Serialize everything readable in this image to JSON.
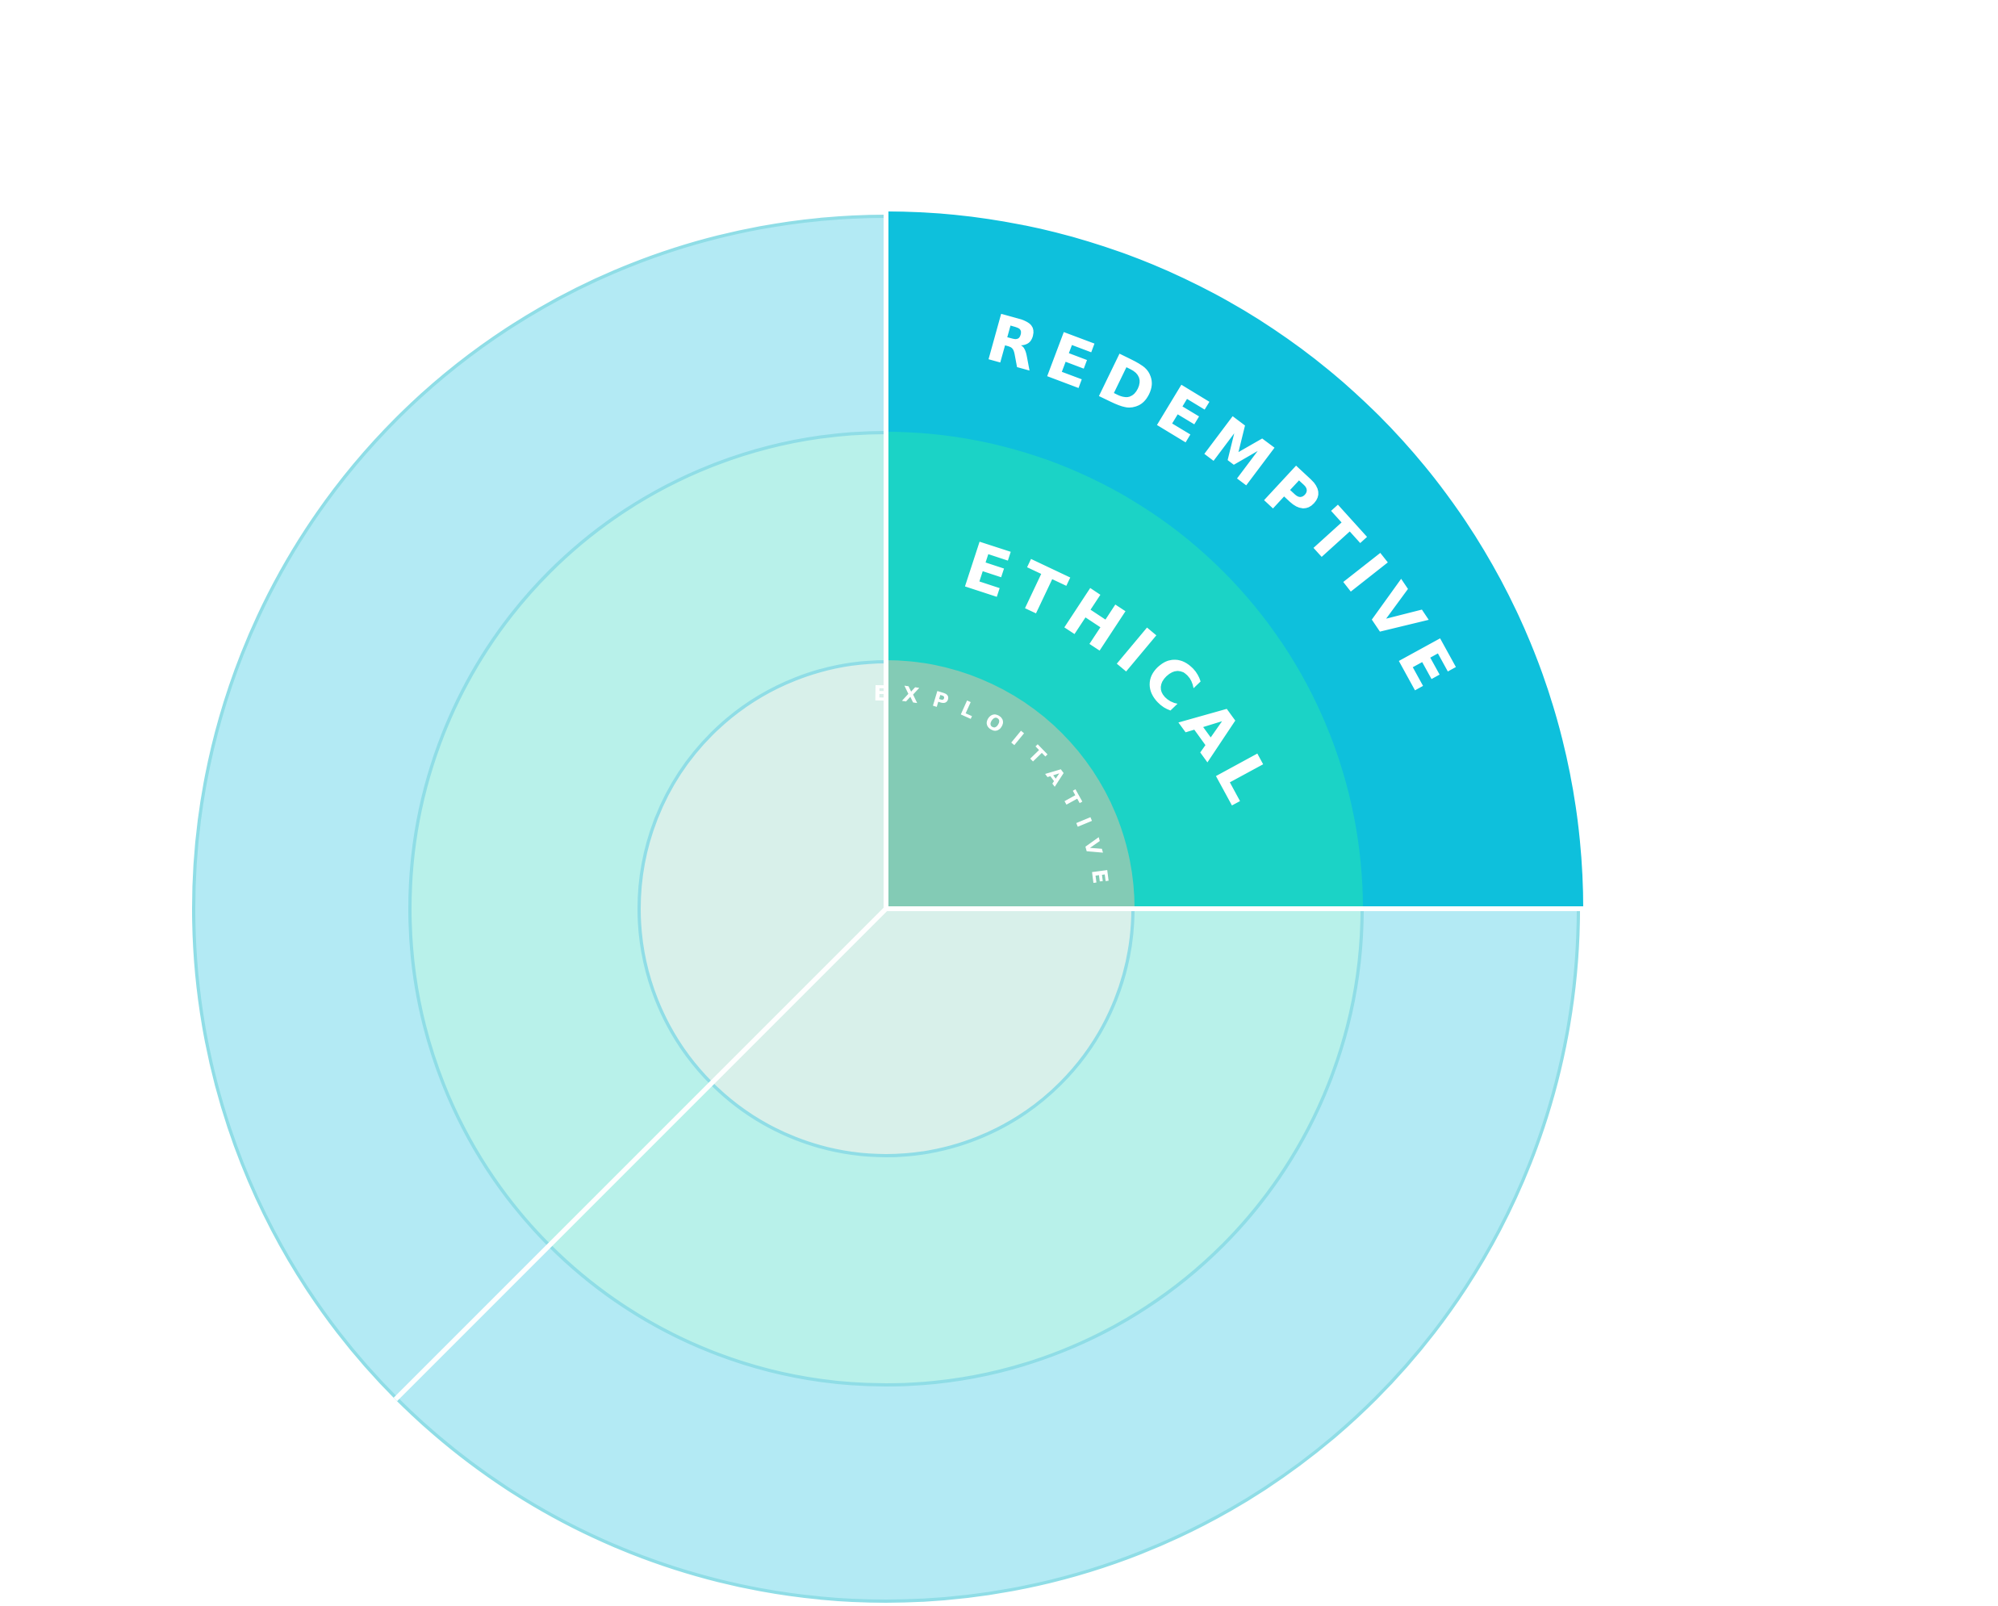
{
  "diagram": {
    "labels": {
      "outer": "REDEMPTIVE",
      "middle": "ETHICAL",
      "inner": "EXPLOITATIVE"
    },
    "colors": {
      "outer_fill": "#b3eaf4",
      "middle_fill": "#b8f1ea",
      "inner_fill": "#d8f0ea",
      "ring_stroke": "#8fdde6",
      "outer_highlight": "#0ec0dc",
      "middle_highlight": "#1bd3c6",
      "inner_highlight": "#83cbb5",
      "divider": "#ffffff",
      "label_text": "#ffffff"
    }
  }
}
